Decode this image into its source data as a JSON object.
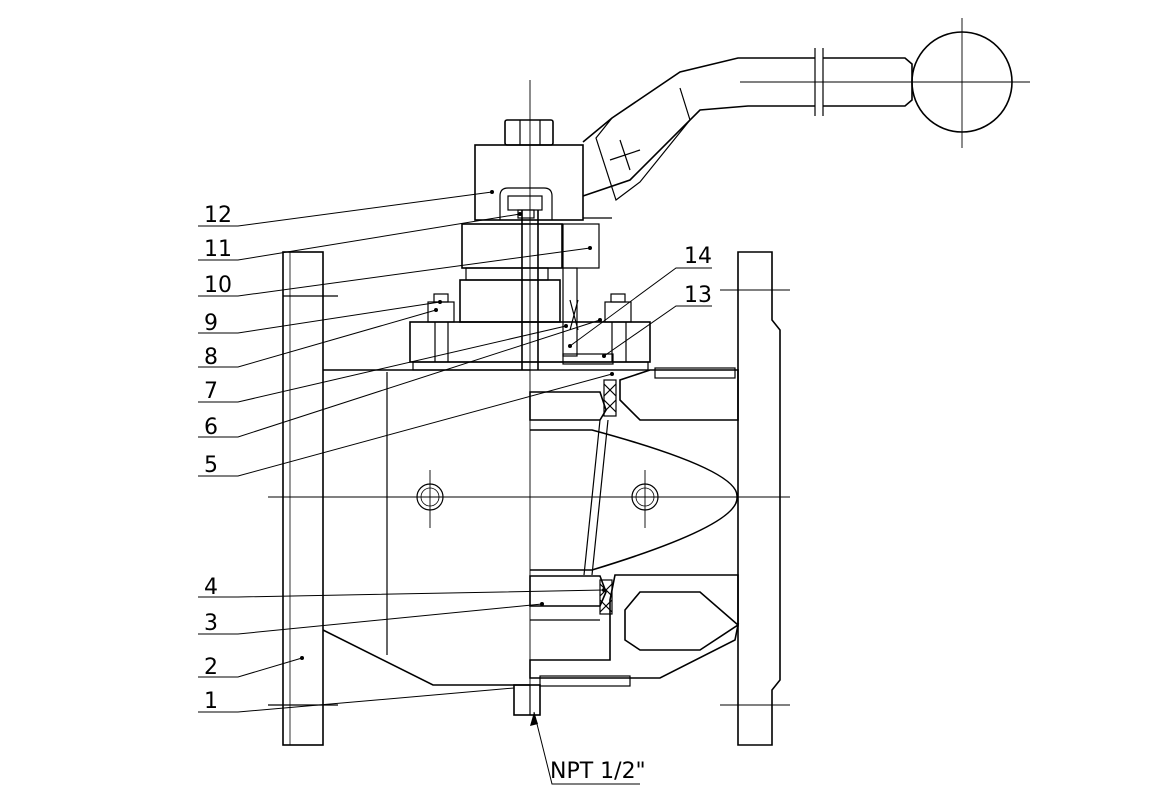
{
  "diagram": {
    "callouts": [
      {
        "id": "12",
        "text": "12"
      },
      {
        "id": "11",
        "text": "11"
      },
      {
        "id": "10",
        "text": "10"
      },
      {
        "id": "9",
        "text": "9"
      },
      {
        "id": "8",
        "text": "8"
      },
      {
        "id": "7",
        "text": "7"
      },
      {
        "id": "6",
        "text": "6"
      },
      {
        "id": "5",
        "text": "5"
      },
      {
        "id": "4",
        "text": "4"
      },
      {
        "id": "3",
        "text": "3"
      },
      {
        "id": "2",
        "text": "2"
      },
      {
        "id": "1",
        "text": "1"
      },
      {
        "id": "14",
        "text": "14"
      },
      {
        "id": "13",
        "text": "13"
      }
    ],
    "port_note": "NPT 1/2\""
  },
  "colors": {
    "line": "#000000",
    "background": "#ffffff"
  }
}
